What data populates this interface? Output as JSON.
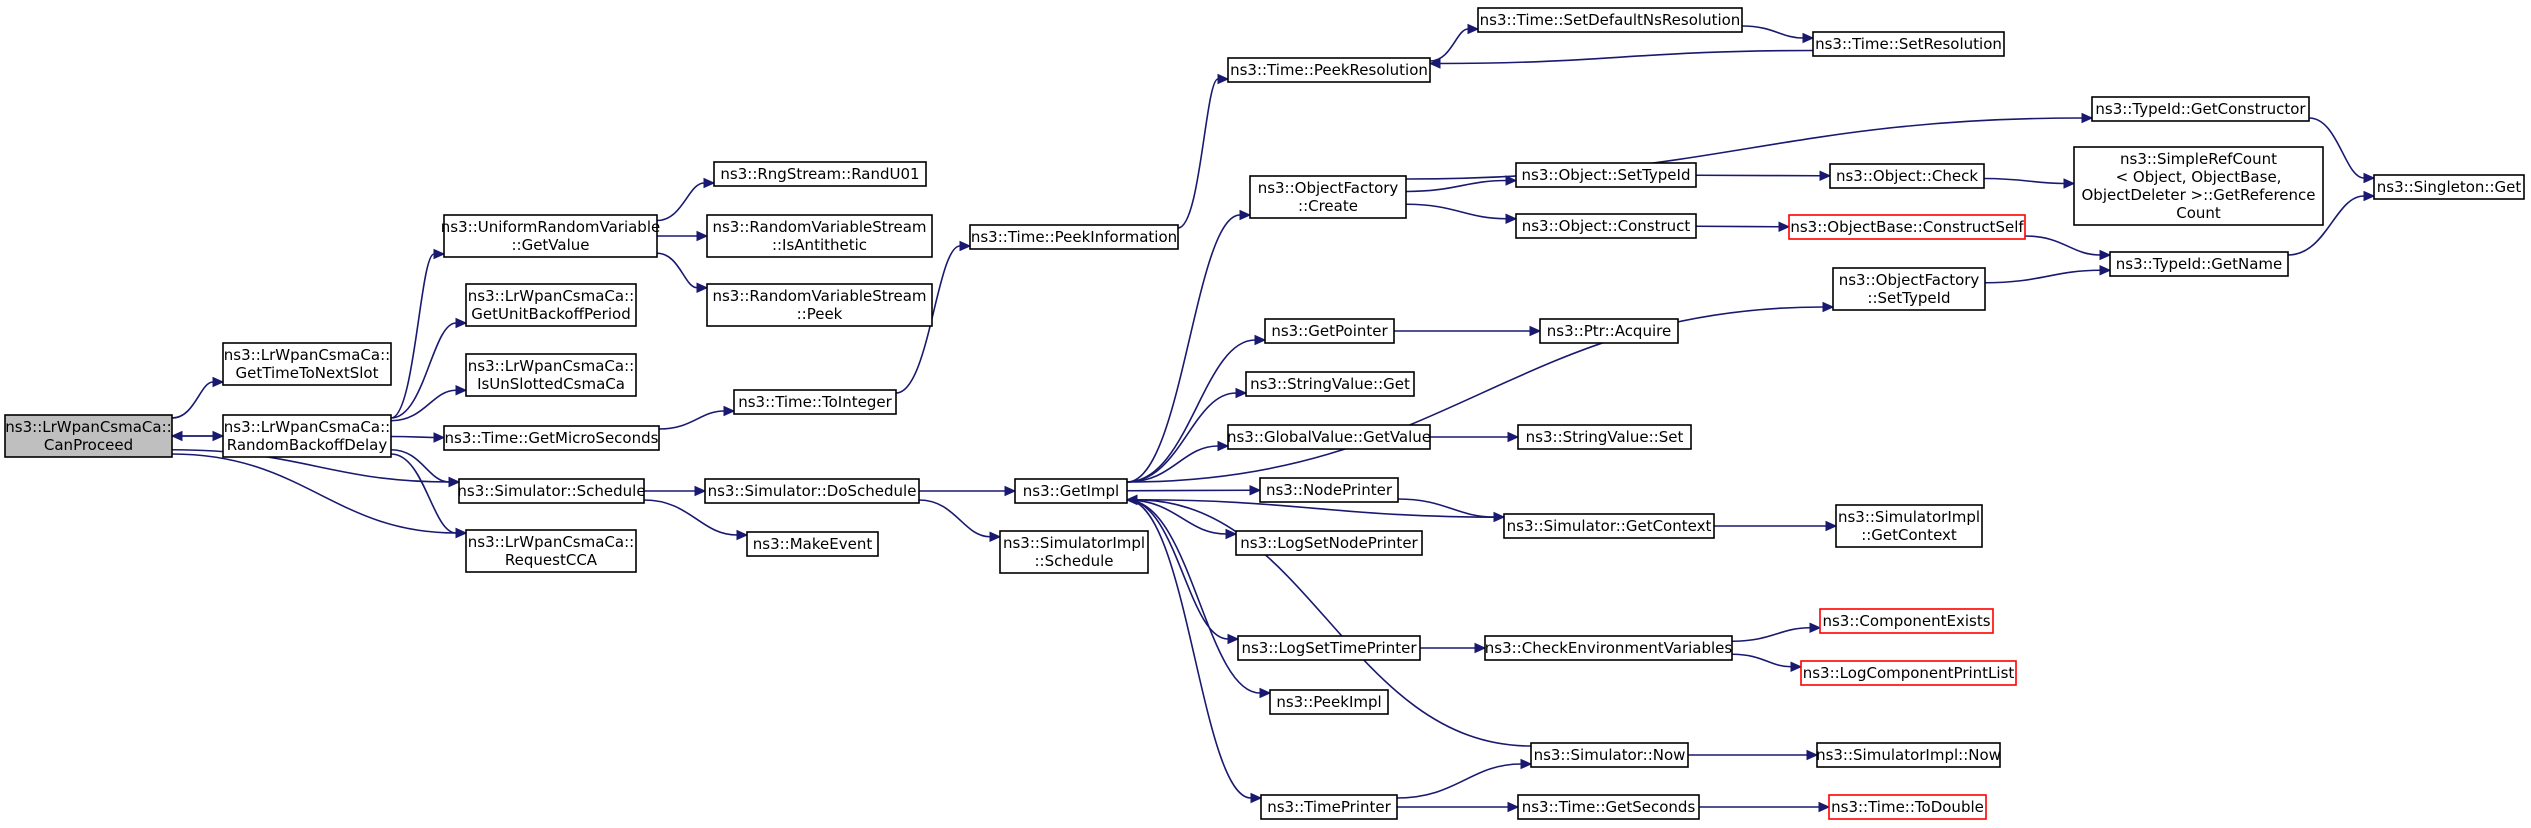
{
  "graph": {
    "nodes": {
      "canproceed": {
        "lines": [
          "ns3::LrWpanCsmaCa::",
          "CanProceed"
        ],
        "root": true
      },
      "gettimetonextslot": {
        "lines": [
          "ns3::LrWpanCsmaCa::",
          "GetTimeToNextSlot"
        ]
      },
      "randombackoffdelay": {
        "lines": [
          "ns3::LrWpanCsmaCa::",
          "RandomBackoffDelay"
        ]
      },
      "uniform_getvalue": {
        "lines": [
          "ns3::UniformRandomVariable",
          "::GetValue"
        ]
      },
      "getunitbackoffperiod": {
        "lines": [
          "ns3::LrWpanCsmaCa::",
          "GetUnitBackoffPeriod"
        ]
      },
      "isunslottedcsmaca": {
        "lines": [
          "ns3::LrWpanCsmaCa::",
          "IsUnSlottedCsmaCa"
        ]
      },
      "getmicroseconds": {
        "lines": [
          "ns3::Time::GetMicroSeconds"
        ]
      },
      "simulator_schedule": {
        "lines": [
          "ns3::Simulator::Schedule"
        ]
      },
      "requestcca": {
        "lines": [
          "ns3::LrWpanCsmaCa::",
          "RequestCCA"
        ]
      },
      "randu01": {
        "lines": [
          "ns3::RngStream::RandU01"
        ]
      },
      "isantithetic": {
        "lines": [
          "ns3::RandomVariableStream",
          "::IsAntithetic"
        ]
      },
      "peek": {
        "lines": [
          "ns3::RandomVariableStream",
          "::Peek"
        ]
      },
      "tointeger": {
        "lines": [
          "ns3::Time::ToInteger"
        ]
      },
      "doschedule": {
        "lines": [
          "ns3::Simulator::DoSchedule"
        ]
      },
      "makeevent": {
        "lines": [
          "ns3::MakeEvent"
        ]
      },
      "peekinformation": {
        "lines": [
          "ns3::Time::PeekInformation"
        ]
      },
      "getimpl": {
        "lines": [
          "ns3::GetImpl"
        ]
      },
      "simimpl_schedule": {
        "lines": [
          "ns3::SimulatorImpl",
          "::Schedule"
        ]
      },
      "peekresolution": {
        "lines": [
          "ns3::Time::PeekResolution"
        ]
      },
      "setdefaultnsresolution": {
        "lines": [
          "ns3::Time::SetDefaultNsResolution"
        ]
      },
      "setresolution": {
        "lines": [
          "ns3::Time::SetResolution"
        ]
      },
      "of_create": {
        "lines": [
          "ns3::ObjectFactory",
          "::Create"
        ]
      },
      "settypeid": {
        "lines": [
          "ns3::Object::SetTypeId"
        ]
      },
      "construct": {
        "lines": [
          "ns3::Object::Construct"
        ]
      },
      "check": {
        "lines": [
          "ns3::Object::Check"
        ]
      },
      "constructself": {
        "lines": [
          "ns3::ObjectBase::ConstructSelf"
        ],
        "truncated": true
      },
      "getconstructor": {
        "lines": [
          "ns3::TypeId::GetConstructor"
        ]
      },
      "getreferencecount": {
        "lines": [
          "ns3::SimpleRefCount",
          "< Object, ObjectBase,",
          " ObjectDeleter >::GetReference",
          "Count"
        ]
      },
      "singleton_get": {
        "lines": [
          "ns3::Singleton::Get"
        ]
      },
      "gettypeid_name": {
        "lines": [
          "ns3::TypeId::GetName"
        ]
      },
      "of_settypeid": {
        "lines": [
          "ns3::ObjectFactory",
          "::SetTypeId"
        ]
      },
      "getpointer": {
        "lines": [
          "ns3::GetPointer"
        ]
      },
      "ptr_acquire": {
        "lines": [
          "ns3::Ptr::Acquire"
        ]
      },
      "stringvalue_get": {
        "lines": [
          "ns3::StringValue::Get"
        ]
      },
      "globalvalue_getvalue": {
        "lines": [
          "ns3::GlobalValue::GetValue"
        ]
      },
      "stringvalue_set": {
        "lines": [
          "ns3::StringValue::Set"
        ]
      },
      "nodeprinter": {
        "lines": [
          "ns3::NodePrinter"
        ]
      },
      "getcontext": {
        "lines": [
          "ns3::Simulator::GetContext"
        ]
      },
      "simimpl_getcontext": {
        "lines": [
          "ns3::SimulatorImpl",
          "::GetContext"
        ]
      },
      "logsetnodeprinter": {
        "lines": [
          "ns3::LogSetNodePrinter"
        ]
      },
      "logsettimeprinter": {
        "lines": [
          "ns3::LogSetTimePrinter"
        ]
      },
      "checkenv": {
        "lines": [
          "ns3::CheckEnvironmentVariables"
        ]
      },
      "componentexists": {
        "lines": [
          "ns3::ComponentExists"
        ],
        "truncated": true
      },
      "logcomponentprintlist": {
        "lines": [
          "ns3::LogComponentPrintList"
        ],
        "truncated": true
      },
      "peekimpl": {
        "lines": [
          "ns3::PeekImpl"
        ]
      },
      "simulator_now": {
        "lines": [
          "ns3::Simulator::Now"
        ]
      },
      "simimpl_now": {
        "lines": [
          "ns3::SimulatorImpl::Now"
        ]
      },
      "timeprinter": {
        "lines": [
          "ns3::TimePrinter"
        ]
      },
      "getseconds": {
        "lines": [
          "ns3::Time::GetSeconds"
        ]
      },
      "todouble": {
        "lines": [
          "ns3::Time::ToDouble"
        ],
        "truncated": true
      }
    },
    "edges": [
      {
        "from": "canproceed",
        "to": "gettimetonextslot"
      },
      {
        "from": "canproceed",
        "to": "randombackoffdelay"
      },
      {
        "from": "randombackoffdelay",
        "to": "canproceed"
      },
      {
        "from": "canproceed",
        "to": "simulator_schedule"
      },
      {
        "from": "canproceed",
        "to": "requestcca"
      },
      {
        "from": "randombackoffdelay",
        "to": "uniform_getvalue"
      },
      {
        "from": "randombackoffdelay",
        "to": "getunitbackoffperiod"
      },
      {
        "from": "randombackoffdelay",
        "to": "isunslottedcsmaca"
      },
      {
        "from": "randombackoffdelay",
        "to": "getmicroseconds"
      },
      {
        "from": "randombackoffdelay",
        "to": "simulator_schedule"
      },
      {
        "from": "randombackoffdelay",
        "to": "requestcca"
      },
      {
        "from": "uniform_getvalue",
        "to": "randu01"
      },
      {
        "from": "uniform_getvalue",
        "to": "isantithetic"
      },
      {
        "from": "uniform_getvalue",
        "to": "peek"
      },
      {
        "from": "getmicroseconds",
        "to": "tointeger"
      },
      {
        "from": "tointeger",
        "to": "peekinformation"
      },
      {
        "from": "peekinformation",
        "to": "peekresolution"
      },
      {
        "from": "simulator_schedule",
        "to": "doschedule"
      },
      {
        "from": "simulator_schedule",
        "to": "makeevent"
      },
      {
        "from": "doschedule",
        "to": "getimpl"
      },
      {
        "from": "doschedule",
        "to": "simimpl_schedule"
      },
      {
        "from": "peekresolution",
        "to": "setdefaultnsresolution"
      },
      {
        "from": "setdefaultnsresolution",
        "to": "setresolution"
      },
      {
        "from": "setresolution",
        "to": "peekresolution"
      },
      {
        "from": "getimpl",
        "to": "of_create"
      },
      {
        "from": "getimpl",
        "to": "of_settypeid"
      },
      {
        "from": "getimpl",
        "to": "getpointer"
      },
      {
        "from": "getimpl",
        "to": "stringvalue_get"
      },
      {
        "from": "getimpl",
        "to": "globalvalue_getvalue"
      },
      {
        "from": "getimpl",
        "to": "nodeprinter"
      },
      {
        "from": "getimpl",
        "to": "logsetnodeprinter"
      },
      {
        "from": "getimpl",
        "to": "logsettimeprinter"
      },
      {
        "from": "getimpl",
        "to": "peekimpl"
      },
      {
        "from": "getimpl",
        "to": "timeprinter"
      },
      {
        "from": "getcontext",
        "to": "getimpl"
      },
      {
        "from": "simulator_now",
        "to": "getimpl"
      },
      {
        "from": "of_create",
        "to": "getconstructor"
      },
      {
        "from": "of_create",
        "to": "settypeid"
      },
      {
        "from": "of_create",
        "to": "construct"
      },
      {
        "from": "settypeid",
        "to": "check"
      },
      {
        "from": "check",
        "to": "getreferencecount"
      },
      {
        "from": "construct",
        "to": "constructself"
      },
      {
        "from": "constructself",
        "to": "gettypeid_name"
      },
      {
        "from": "getconstructor",
        "to": "singleton_get"
      },
      {
        "from": "gettypeid_name",
        "to": "singleton_get"
      },
      {
        "from": "of_settypeid",
        "to": "gettypeid_name"
      },
      {
        "from": "getpointer",
        "to": "ptr_acquire"
      },
      {
        "from": "globalvalue_getvalue",
        "to": "stringvalue_set"
      },
      {
        "from": "nodeprinter",
        "to": "getcontext"
      },
      {
        "from": "getcontext",
        "to": "simimpl_getcontext"
      },
      {
        "from": "logsettimeprinter",
        "to": "checkenv"
      },
      {
        "from": "checkenv",
        "to": "componentexists"
      },
      {
        "from": "checkenv",
        "to": "logcomponentprintlist"
      },
      {
        "from": "simulator_now",
        "to": "simimpl_now"
      },
      {
        "from": "timeprinter",
        "to": "simulator_now"
      },
      {
        "from": "timeprinter",
        "to": "getseconds"
      },
      {
        "from": "getseconds",
        "to": "todouble"
      }
    ]
  }
}
